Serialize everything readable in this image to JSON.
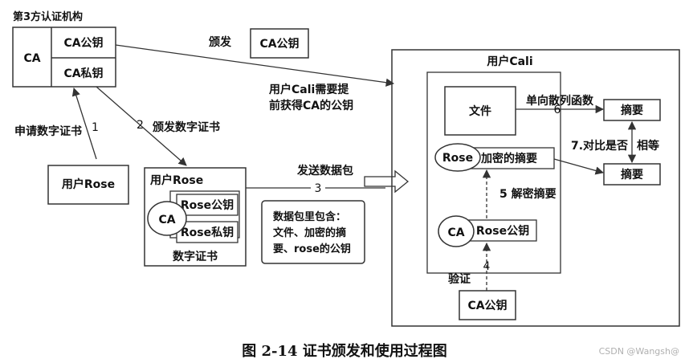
{
  "colors": {
    "stroke": "#333333",
    "text": "#111111",
    "background": "#ffffff",
    "watermark": "#b0b0b0"
  },
  "ca_authority": {
    "group_label": "第3方认证机构",
    "ca_label": "CA",
    "public_key_label": "CA公钥",
    "private_key_label": "CA私钥"
  },
  "issue_box": {
    "label": "颁发",
    "key_label": "CA公钥"
  },
  "cali_note": {
    "line1": "用户Cali需要提",
    "line2": "前获得CA的公钥"
  },
  "left_flow": {
    "apply_label": "申请数字证书",
    "apply_step": "1",
    "issue_label": "颁发数字证书",
    "issue_step": "2"
  },
  "user_rose": {
    "label": "用户Rose"
  },
  "certificate": {
    "user_label": "用户Rose",
    "ca_label": "CA",
    "public_key_label": "Rose公钥",
    "private_key_label": "Rose私钥",
    "caption": "数字证书"
  },
  "send": {
    "label": "发送数据包",
    "step": "3"
  },
  "packet_note": {
    "line1": "数据包里包含：",
    "line2": "文件、加密的摘",
    "line3": "要、rose的公钥"
  },
  "user_cali": {
    "label": "用户Cali",
    "file_label": "文件",
    "hash_label": "单向散列函数",
    "hash_step": "6",
    "digest_top": "摘要",
    "digest_bottom": "摘要",
    "compare_label": "7.对比是否",
    "equal_label": "相等",
    "rose_label": "Rose",
    "encrypted_digest_label": "加密的摘要",
    "decrypt_label": "5 解密摘要",
    "ca_label": "CA",
    "rose_pubkey_label": "Rose公钥",
    "verify_step": "4",
    "verify_label": "验证",
    "ca_pubkey_label": "CA公钥"
  },
  "figure_caption": "图 2-14  证书颁发和使用过程图",
  "watermark": "CSDN @Wangsh@"
}
